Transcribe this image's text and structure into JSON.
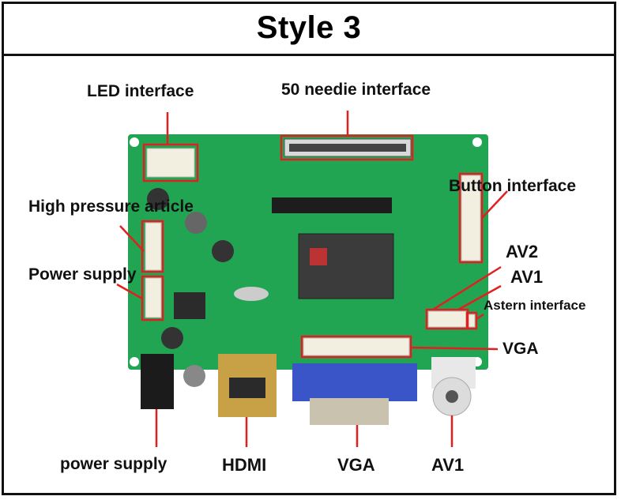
{
  "title": "Style 3",
  "labels": {
    "led_interface": "LED interface",
    "needle_interface": "50 needie interface",
    "button_interface": "Button interface",
    "high_pressure": "High pressure article",
    "power_supply_top": "Power supply",
    "av2": "AV2",
    "av1_right": "AV1",
    "astern_interface": "Astern interface",
    "vga_right": "VGA",
    "power_supply_bottom": "power supply",
    "hdmi": "HDMI",
    "vga_bottom": "VGA",
    "av1_bottom": "AV1"
  },
  "colors": {
    "board_green": "#22a552",
    "callout_red": "#e02020",
    "vga_blue": "#3a55c8",
    "hdmi_gold": "#c8a046",
    "chip_gray": "#3b3b3b"
  },
  "icons": [
    "hdmi-port-icon",
    "vga-port-icon",
    "rca-jack-icon",
    "dc-jack-icon",
    "main-chip-icon",
    "capacitor-icon"
  ]
}
